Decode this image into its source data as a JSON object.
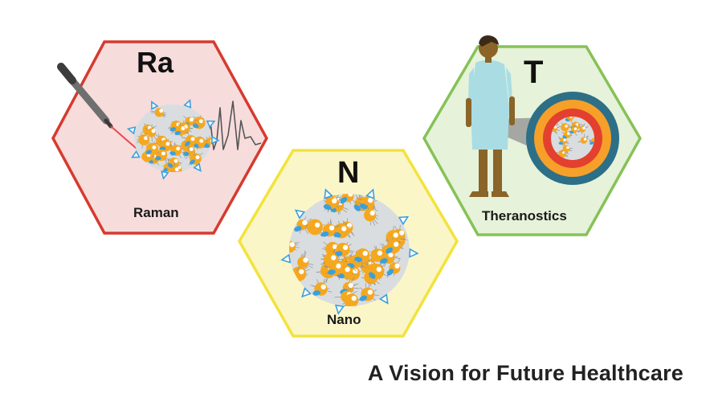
{
  "tiles": {
    "raman": {
      "symbol": "Ra",
      "label": "Raman",
      "fill": "#f7dcdc",
      "stroke": "#d63a2f"
    },
    "nano": {
      "symbol": "N",
      "label": "Nano",
      "fill": "#fbf6c8",
      "stroke": "#f2e33c"
    },
    "theranostics": {
      "symbol": "T",
      "label": "Theranostics",
      "fill": "#e6f2d9",
      "stroke": "#86c257"
    }
  },
  "caption": "A Vision for Future Healthcare",
  "colors": {
    "nanoparticle_core": "#f5a81f",
    "nanoparticle_blob": "#ffffff",
    "targeting_ligand": "#3aa0dd",
    "cluster_halo": "#d9dde0",
    "gown": "#a9dde3",
    "skin": "#8a6428",
    "ring_outer": "#2d6f86",
    "ring_middle": "#f6a02a",
    "ring_inner": "#e3402f",
    "laser": "#e8484e"
  },
  "icons": [
    "raman-laser-probe-icon",
    "raman-spectrum-icon",
    "nanoparticle-cluster-icon",
    "patient-figure-icon",
    "tumor-target-icon"
  ]
}
